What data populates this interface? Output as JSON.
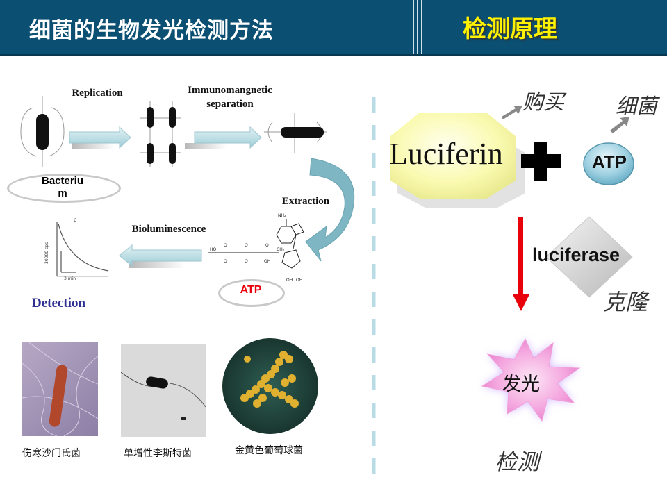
{
  "header": {
    "title": "细菌的生物发光检测方法",
    "subtitle": "检测原理"
  },
  "left": {
    "replication_label": "Replication",
    "immuno_label": "Immunomangnetic separation",
    "bacterium_label": "Bacteriu\nm",
    "extraction_label": "Extraction",
    "bioluminescence_label": "Bioluminescence",
    "atp_label": "ATP",
    "detection_label": "Detection",
    "graph_letter": "c",
    "graph_yaxis": "30000 cps",
    "graph_xaxis": "3 min",
    "photos": [
      {
        "caption": "伤寒沙门氏菌"
      },
      {
        "caption": "单增性李斯特菌"
      },
      {
        "caption": "金黄色葡萄球菌"
      }
    ]
  },
  "right": {
    "luciferin_label": "Luciferin",
    "buy_label": "购买",
    "bacteria_label": "细菌",
    "atp_label": "ATP",
    "luciferase_label": "luciferase",
    "clone_label": "克隆",
    "glow_label": "发光",
    "detect_label": "检测"
  },
  "colors": {
    "header_bg": "#0b4f73",
    "subtitle": "#fff200",
    "arrow_red": "#e8000b",
    "detection_text": "#2e3192",
    "atp_red": "#e8000b"
  }
}
